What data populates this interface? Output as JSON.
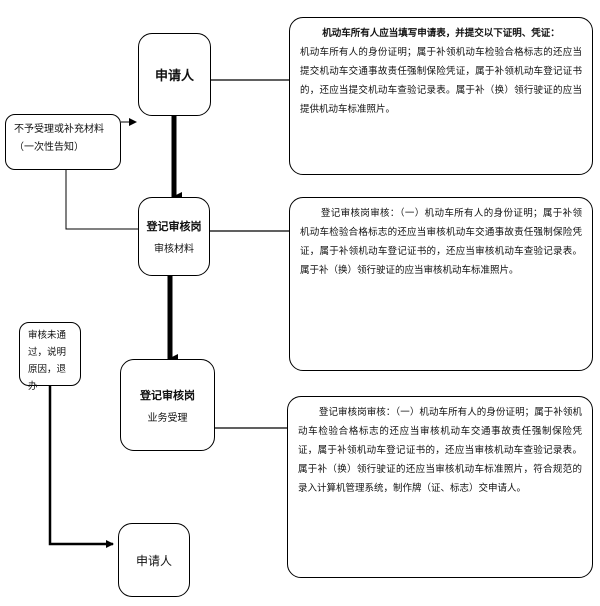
{
  "nodes": {
    "applicant_top": {
      "label": "申请人"
    },
    "review_1": {
      "label": "登记审核岗",
      "sub": "审核材料"
    },
    "review_2": {
      "label": "登记审核岗",
      "sub": "业务受理"
    },
    "applicant_bottom": {
      "label": "申请人"
    }
  },
  "side_boxes": {
    "reject": {
      "text": "不予受理或补充材料（一次性告知）"
    },
    "not_passed": {
      "text": "审核未通过，说明原因，退办"
    }
  },
  "notes": {
    "note_1": {
      "heading": "机动车所有人应当填写申请表，并提交以下证明、凭证：",
      "body": "机动车所有人的身份证明；属于补领机动车检验合格标志的还应当提交机动车交通事故责任强制保险凭证，属于补领机动车登记证书的，还应当提交机动车查验记录表。属于补（换）领行驶证的应当提供机动车标准照片。"
    },
    "note_2": {
      "body": "登记审核岗审核：（一）机动车所有人的身份证明；属于补领机动车检验合格标志的还应当审核机动车交通事故责任强制保险凭证，属于补领机动车登记证书的，还应当审核机动车查验记录表。属于补（换）领行驶证的应当审核机动车标准照片。"
    },
    "note_3": {
      "body": "登记审核岗审核：（一）机动车所有人的身份证明；属于补领机动车检验合格标志的还应当审核机动车交通事故责任强制保险凭证，属于补领机动车登记证书的，还应当审核机动车查验记录表。属于补（换）领行驶证的还应当审核机动车标准照片，符合规范的录入计算机管理系统，制作牌（证、标志）交申请人。"
    }
  }
}
